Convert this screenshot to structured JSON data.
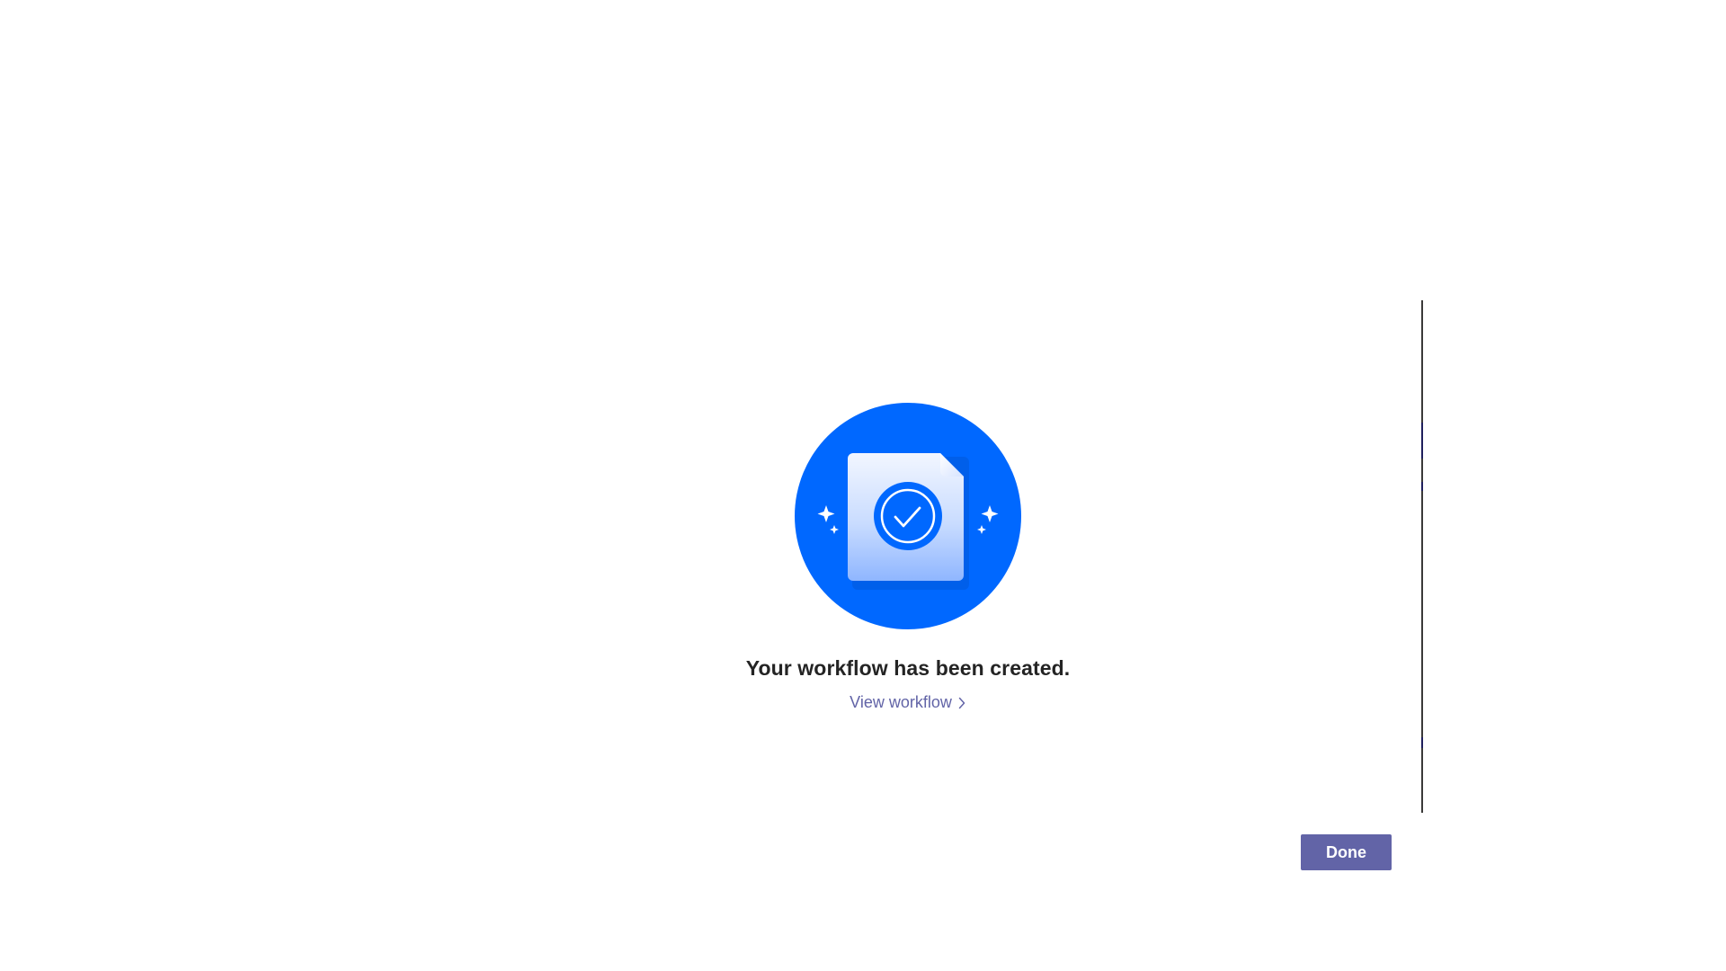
{
  "dialog": {
    "message": "Your workflow has been created.",
    "view_link_label": "View workflow",
    "done_label": "Done"
  },
  "illustration": {
    "icon": "document-check-icon",
    "circle_color": "#0068ff"
  },
  "colors": {
    "accent": "#6264a7",
    "title_text": "#242424",
    "panel_border": "#3b3a39"
  }
}
